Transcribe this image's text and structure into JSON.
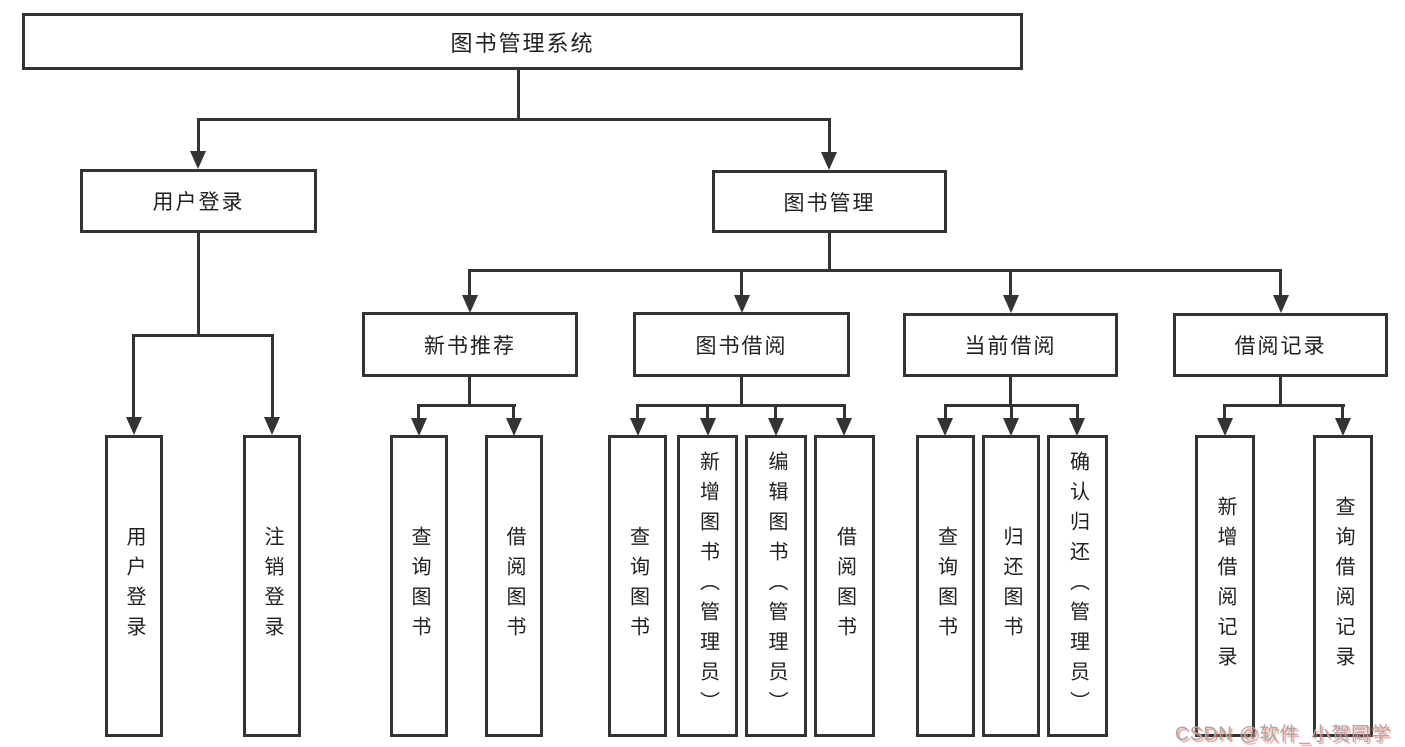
{
  "diagram": {
    "root": "图书管理系统",
    "branches": [
      {
        "label": "用户登录",
        "children": [
          "用户登录",
          "注销登录"
        ]
      },
      {
        "label": "图书管理",
        "sections": [
          {
            "label": "新书推荐",
            "children": [
              "查询图书",
              "借阅图书"
            ]
          },
          {
            "label": "图书借阅",
            "children": [
              "查询图书",
              "新增图书（管理员）",
              "编辑图书（管理员）",
              "借阅图书"
            ]
          },
          {
            "label": "当前借阅",
            "children": [
              "查询图书",
              "归还图书",
              "确认归还（管理员）"
            ]
          },
          {
            "label": "借阅记录",
            "children": [
              "新增借阅记录",
              "查询借阅记录"
            ]
          }
        ]
      }
    ]
  },
  "watermark": {
    "text": "CSDN @软件_小贺同学"
  },
  "colors": {
    "line": "#333333",
    "box_border": "#333333",
    "box_background": "#ffffff",
    "text": "#1f1f1f",
    "watermark_text": "#a9a9a9",
    "watermark_shadow": "#ee7a6f"
  }
}
